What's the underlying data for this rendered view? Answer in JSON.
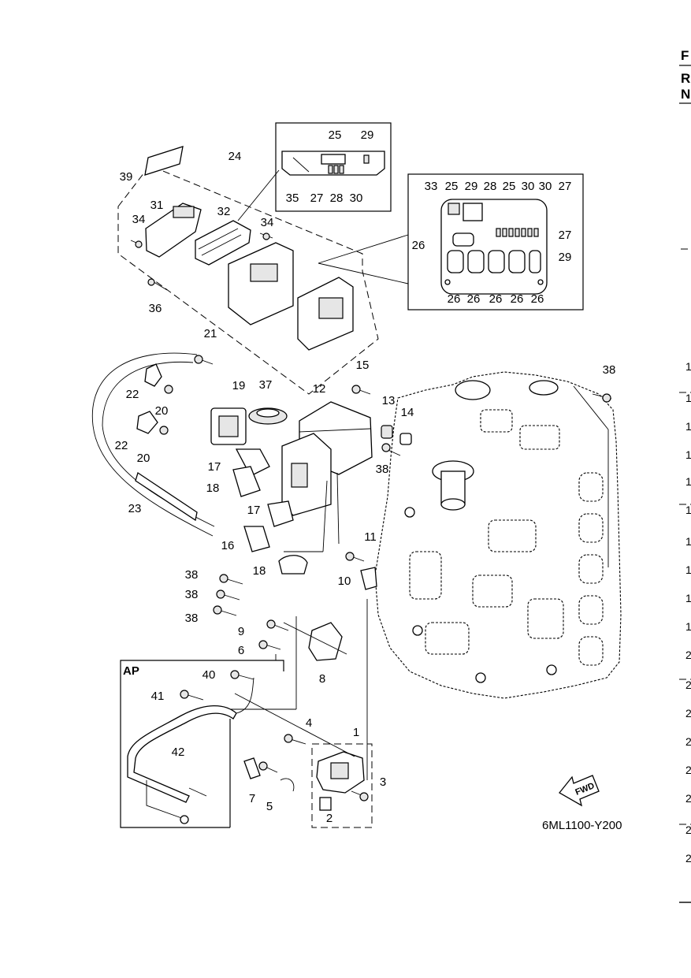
{
  "header": {
    "edge_letters": [
      "F",
      "R",
      "N"
    ]
  },
  "callouts": [
    {
      "id": "c25a",
      "label": "25"
    },
    {
      "id": "c29a",
      "label": "29"
    },
    {
      "id": "c35",
      "label": "35"
    },
    {
      "id": "c27a",
      "label": "27"
    },
    {
      "id": "c28a",
      "label": "28"
    },
    {
      "id": "c30a",
      "label": "30"
    },
    {
      "id": "c39",
      "label": "39"
    },
    {
      "id": "c24",
      "label": "24"
    },
    {
      "id": "c33",
      "label": "33"
    },
    {
      "id": "c25b",
      "label": "25"
    },
    {
      "id": "c29b",
      "label": "29"
    },
    {
      "id": "c28b",
      "label": "28"
    },
    {
      "id": "c25c",
      "label": "25"
    },
    {
      "id": "c30b",
      "label": "30"
    },
    {
      "id": "c30c",
      "label": "30"
    },
    {
      "id": "c27b",
      "label": "27"
    },
    {
      "id": "c27c",
      "label": "27"
    },
    {
      "id": "c26a",
      "label": "26"
    },
    {
      "id": "c29c",
      "label": "29"
    },
    {
      "id": "c26b",
      "label": "26"
    },
    {
      "id": "c26c",
      "label": "26"
    },
    {
      "id": "c26d",
      "label": "26"
    },
    {
      "id": "c26e",
      "label": "26"
    },
    {
      "id": "c26f",
      "label": "26"
    },
    {
      "id": "c31",
      "label": "31"
    },
    {
      "id": "c32",
      "label": "32"
    },
    {
      "id": "c34a",
      "label": "34"
    },
    {
      "id": "c34b",
      "label": "34"
    },
    {
      "id": "c36",
      "label": "36"
    },
    {
      "id": "c21",
      "label": "21"
    },
    {
      "id": "c22a",
      "label": "22"
    },
    {
      "id": "c20a",
      "label": "20"
    },
    {
      "id": "c19",
      "label": "19"
    },
    {
      "id": "c37",
      "label": "37"
    },
    {
      "id": "c12",
      "label": "12"
    },
    {
      "id": "c15",
      "label": "15"
    },
    {
      "id": "c13",
      "label": "13"
    },
    {
      "id": "c14",
      "label": "14"
    },
    {
      "id": "c38a",
      "label": "38"
    },
    {
      "id": "c38b",
      "label": "38"
    },
    {
      "id": "c22b",
      "label": "22"
    },
    {
      "id": "c20b",
      "label": "20"
    },
    {
      "id": "c17a",
      "label": "17"
    },
    {
      "id": "c18a",
      "label": "18"
    },
    {
      "id": "c23",
      "label": "23"
    },
    {
      "id": "c17b",
      "label": "17"
    },
    {
      "id": "c16",
      "label": "16"
    },
    {
      "id": "c11",
      "label": "11"
    },
    {
      "id": "c18b",
      "label": "18"
    },
    {
      "id": "c10",
      "label": "10"
    },
    {
      "id": "c38c",
      "label": "38"
    },
    {
      "id": "c38d",
      "label": "38"
    },
    {
      "id": "c38e",
      "label": "38"
    },
    {
      "id": "c9",
      "label": "9"
    },
    {
      "id": "c6",
      "label": "6"
    },
    {
      "id": "c8",
      "label": "8"
    },
    {
      "id": "c40",
      "label": "40"
    },
    {
      "id": "c41",
      "label": "41"
    },
    {
      "id": "c42",
      "label": "42"
    },
    {
      "id": "c4",
      "label": "4"
    },
    {
      "id": "c1",
      "label": "1"
    },
    {
      "id": "c7",
      "label": "7"
    },
    {
      "id": "c5",
      "label": "5"
    },
    {
      "id": "c3",
      "label": "3"
    },
    {
      "id": "c2",
      "label": "2"
    }
  ],
  "inset_label": "AP",
  "fwd_label": "FWD",
  "drawing_code": "6ML1100-Y200",
  "right_edge_numbers": [
    "1",
    "1",
    "1",
    "1",
    "1",
    "1",
    "1",
    "1",
    "1",
    "1",
    "2",
    "2",
    "2",
    "2",
    "2",
    "2",
    "2",
    "2"
  ]
}
